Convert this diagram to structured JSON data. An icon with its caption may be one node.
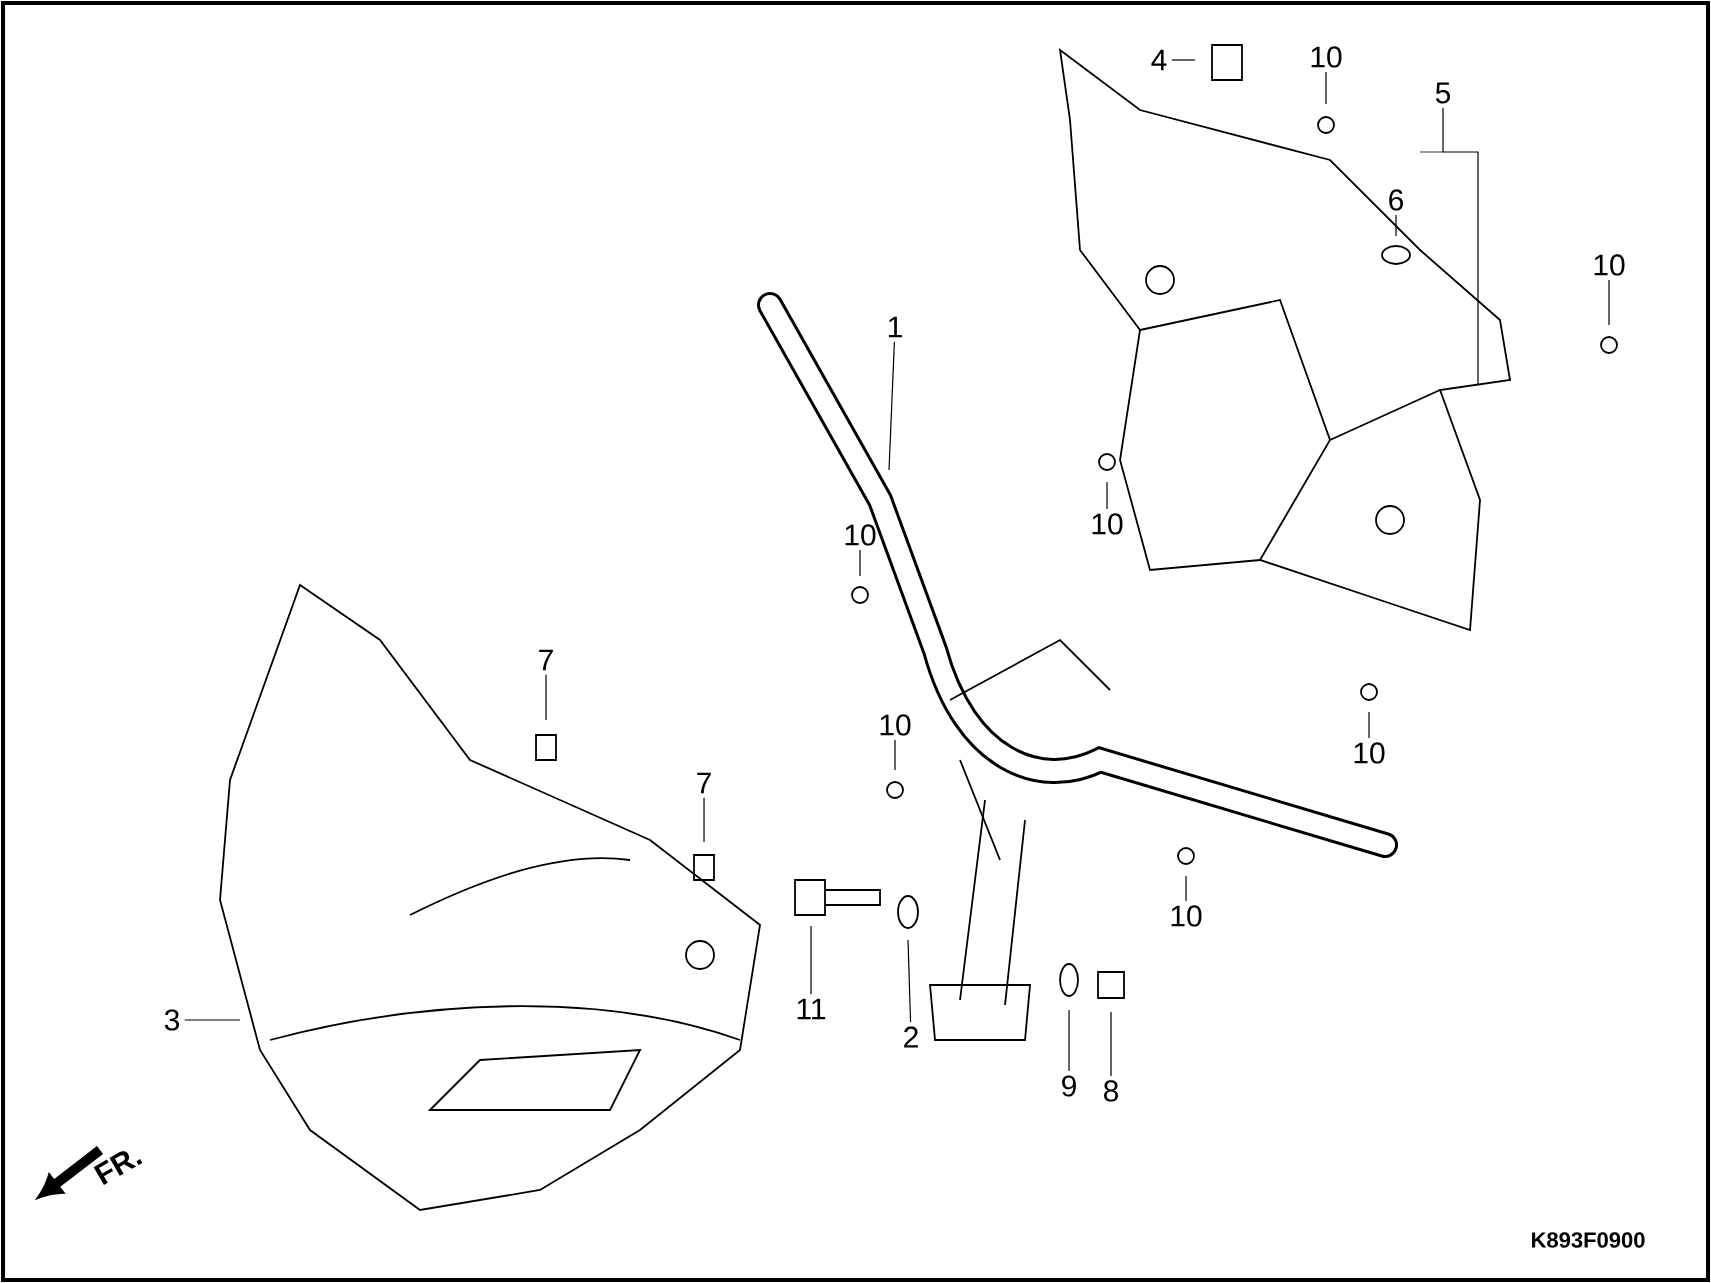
{
  "diagram": {
    "nodes": [
      {
        "text": [
          "1"
        ]
      },
      {
        "text": [
          "2"
        ]
      },
      {
        "text": [
          "3"
        ]
      },
      {
        "text": [
          "4"
        ]
      },
      {
        "text": [
          "5"
        ]
      },
      {
        "text": [
          "6"
        ]
      },
      {
        "text": [
          "7"
        ]
      },
      {
        "text": [
          "7"
        ]
      },
      {
        "text": [
          "8"
        ]
      },
      {
        "text": [
          "9"
        ]
      },
      {
        "text": [
          "10"
        ]
      },
      {
        "text": [
          "10"
        ]
      },
      {
        "text": [
          "10"
        ]
      },
      {
        "text": [
          "10"
        ]
      },
      {
        "text": [
          "10"
        ]
      },
      {
        "text": [
          "10"
        ]
      },
      {
        "text": [
          "10"
        ]
      },
      {
        "text": [
          "11"
        ]
      }
    ],
    "edges": [
      {
        "from": 0,
        "to": null,
        "arrow": "none"
      },
      {
        "from": 1,
        "to": null,
        "arrow": "none"
      },
      {
        "from": 2,
        "to": null,
        "arrow": "none"
      },
      {
        "from": 3,
        "to": null,
        "arrow": "none"
      },
      {
        "from": 4,
        "to": null,
        "arrow": "none"
      },
      {
        "from": 5,
        "to": null,
        "arrow": "none"
      },
      {
        "from": 6,
        "to": null,
        "arrow": "none"
      },
      {
        "from": 7,
        "to": null,
        "arrow": "none"
      },
      {
        "from": 8,
        "to": null,
        "arrow": "none"
      },
      {
        "from": 9,
        "to": null,
        "arrow": "none"
      },
      {
        "from": 10,
        "to": null,
        "arrow": "none"
      },
      {
        "from": 11,
        "to": null,
        "arrow": "none"
      },
      {
        "from": 12,
        "to": null,
        "arrow": "none"
      },
      {
        "from": 13,
        "to": null,
        "arrow": "none"
      },
      {
        "from": 14,
        "to": null,
        "arrow": "none"
      },
      {
        "from": 15,
        "to": null,
        "arrow": "none"
      },
      {
        "from": 16,
        "to": null,
        "arrow": "none"
      },
      {
        "from": 17,
        "to": null,
        "arrow": "none"
      }
    ],
    "labels": [
      "FR.",
      "K893F0900"
    ]
  }
}
